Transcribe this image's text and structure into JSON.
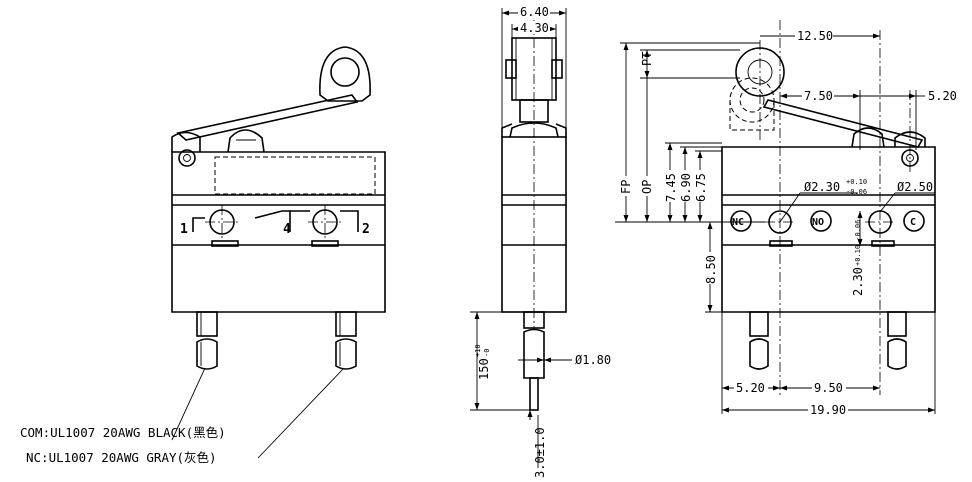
{
  "front_view": {
    "terminals": {
      "left": "1",
      "middle": "4",
      "right": "2"
    },
    "cable_labels": {
      "com": "COM:UL1007 20AWG BLACK(黑色)",
      "nc": "NC:UL1007 20AWG GRAY(灰色)"
    }
  },
  "side_view": {
    "dims": {
      "outer_width": "6.40",
      "roller_width": "4.30",
      "wire_diameter": "Ø1.80",
      "cable_length": "150",
      "cable_tol_plus": "+10",
      "cable_tol_minus": "-0",
      "strip_length": "3.0±1.0"
    }
  },
  "right_view": {
    "symbols": {
      "nc": "NC",
      "no": "NO",
      "c": "C"
    },
    "dims": {
      "actuator_12_50": "12.50",
      "d_7_50": "7.50",
      "d_5_20_top": "5.20",
      "pt": "PT",
      "fp": "FP",
      "op": "OP",
      "d_7_45": "7.45",
      "d_6_90": "6.90",
      "d_6_75": "6.75",
      "hole_dia": "Ø2.30",
      "hole_tol_plus": "+0.10",
      "hole_tol_minus": "-0.06",
      "hole_right": "Ø2.50",
      "d_8_50": "8.50",
      "d_2_30": "2.30",
      "d_2_30_tol": "+0.10 -0.06",
      "d_5_20_bottom": "5.20",
      "d_9_50": "9.50",
      "overall_19_90": "19.90"
    }
  }
}
